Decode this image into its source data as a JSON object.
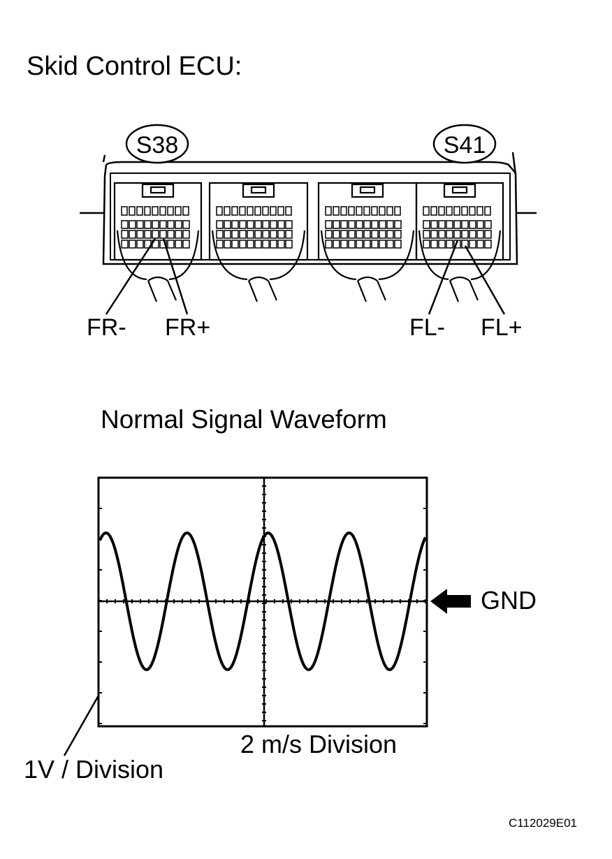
{
  "title": "Skid Control ECU:",
  "connectors": [
    {
      "id": "S38"
    },
    {
      "id": "S41"
    }
  ],
  "pin_labels": {
    "fr_minus": "FR-",
    "fr_plus": "FR+",
    "fl_minus": "FL-",
    "fl_plus": "FL+"
  },
  "waveform": {
    "title": "Normal Signal Waveform",
    "gnd_label": "GND",
    "time_division_label": "2 m/s Division",
    "voltage_division_label": "1V / Division"
  },
  "figure_code": "C112029E01"
}
